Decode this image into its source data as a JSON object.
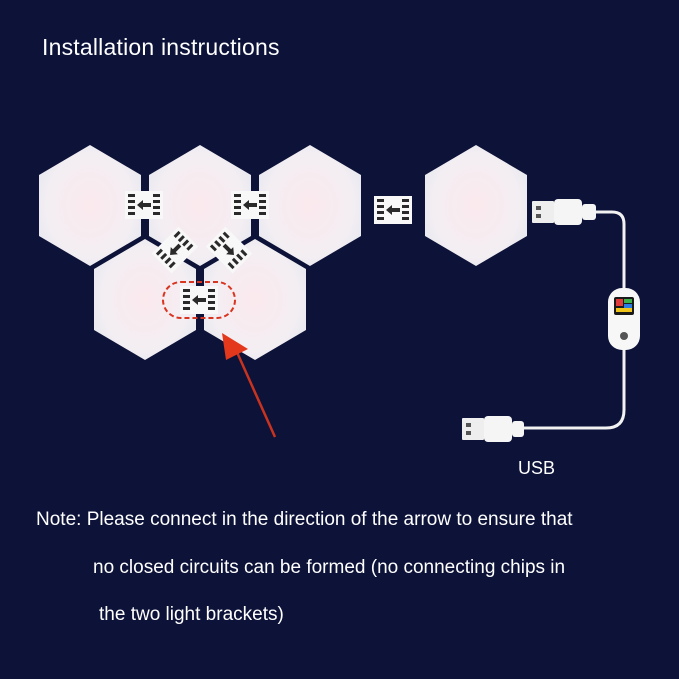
{
  "title": "Installation instructions",
  "usb_label": "USB",
  "note": {
    "line1": "Note: Please connect in the direction of the arrow to ensure that",
    "line2": "no closed circuits can be formed (no connecting chips in",
    "line3": "the two light brackets)"
  },
  "colors": {
    "background": "#0c1238",
    "panel": "#f4f2f4",
    "connector": "#2a2a2a",
    "highlight": "#d9341f"
  }
}
